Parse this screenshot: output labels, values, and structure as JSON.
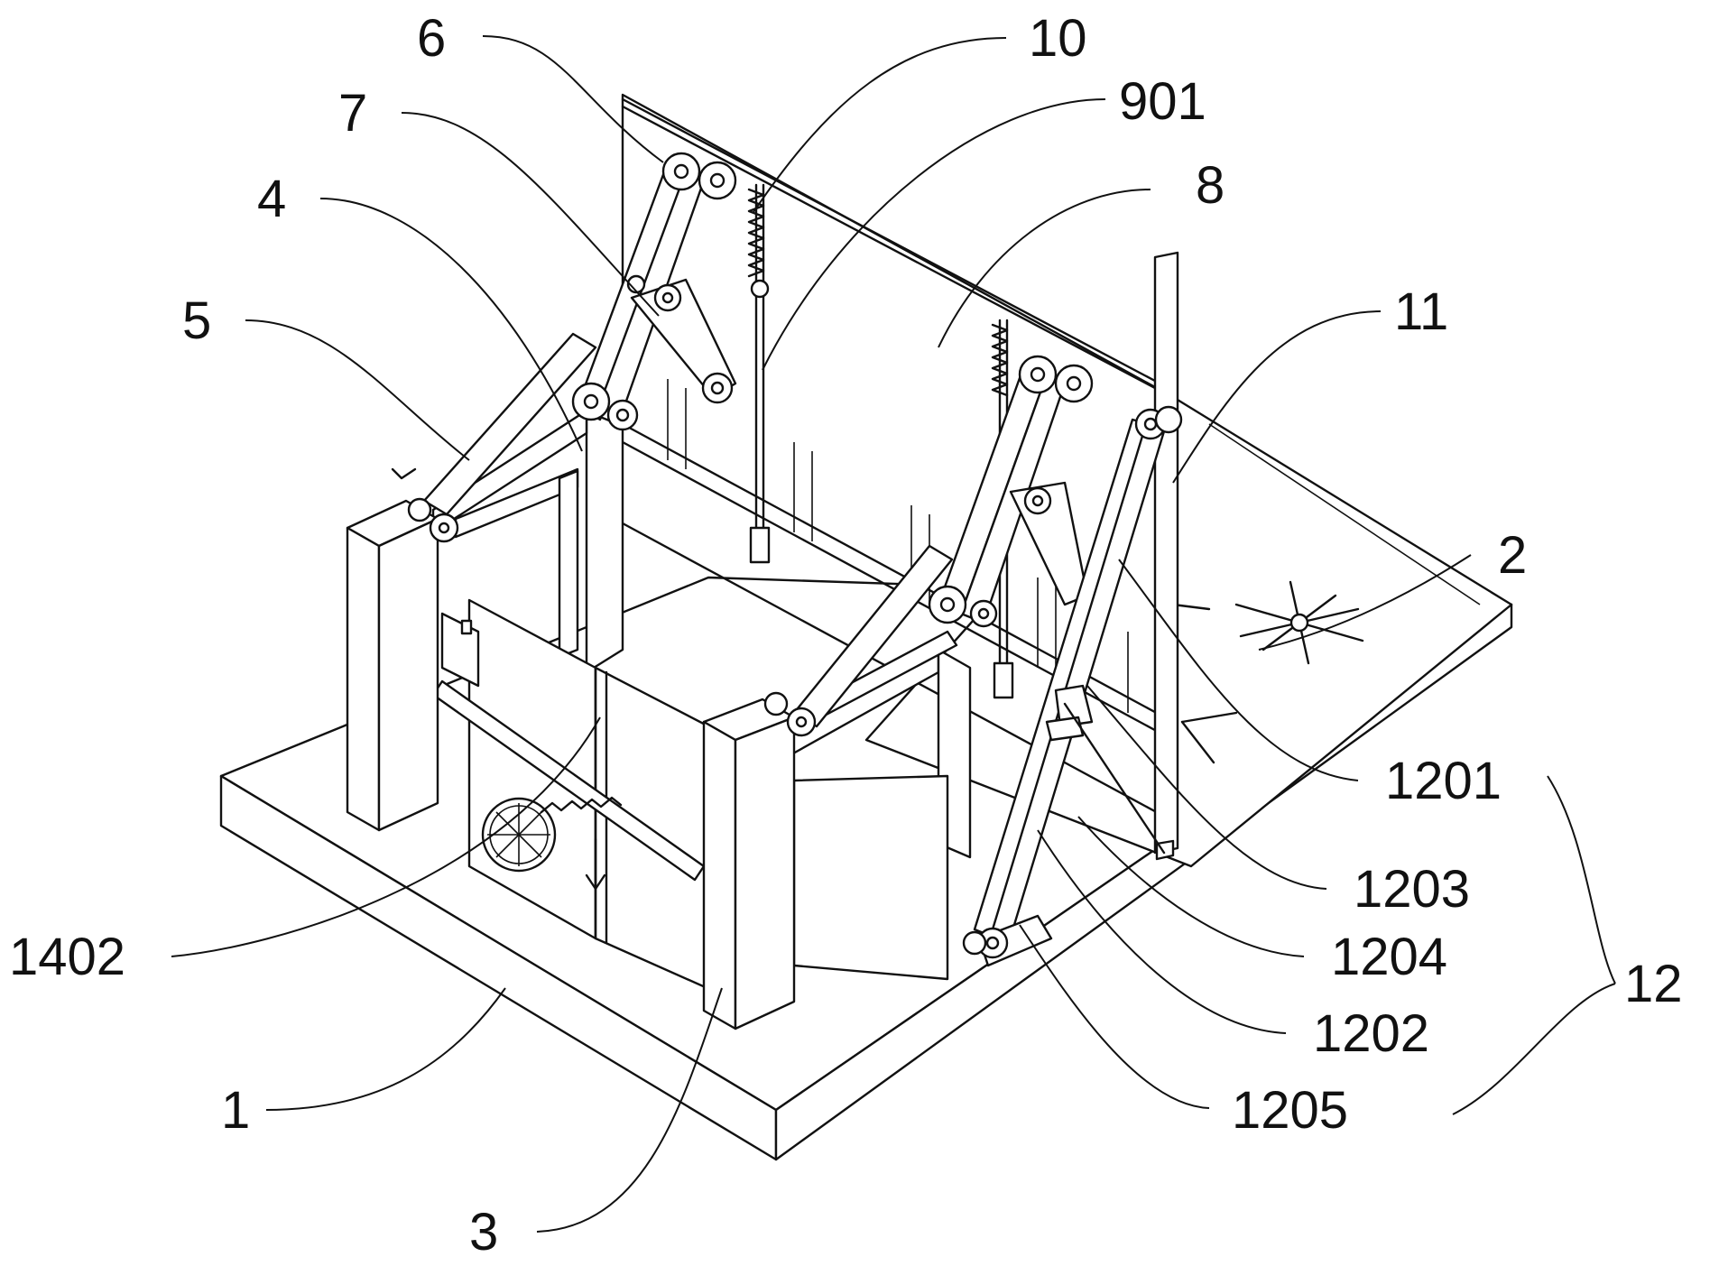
{
  "figure": {
    "labels": {
      "l1": "1",
      "l2": "2",
      "l3": "3",
      "l4": "4",
      "l5": "5",
      "l6": "6",
      "l7": "7",
      "l8": "8",
      "l10": "10",
      "l11": "11",
      "l12": "12",
      "l901": "901",
      "l1201": "1201",
      "l1202": "1202",
      "l1203": "1203",
      "l1204": "1204",
      "l1205": "1205",
      "l1402": "1402"
    }
  }
}
